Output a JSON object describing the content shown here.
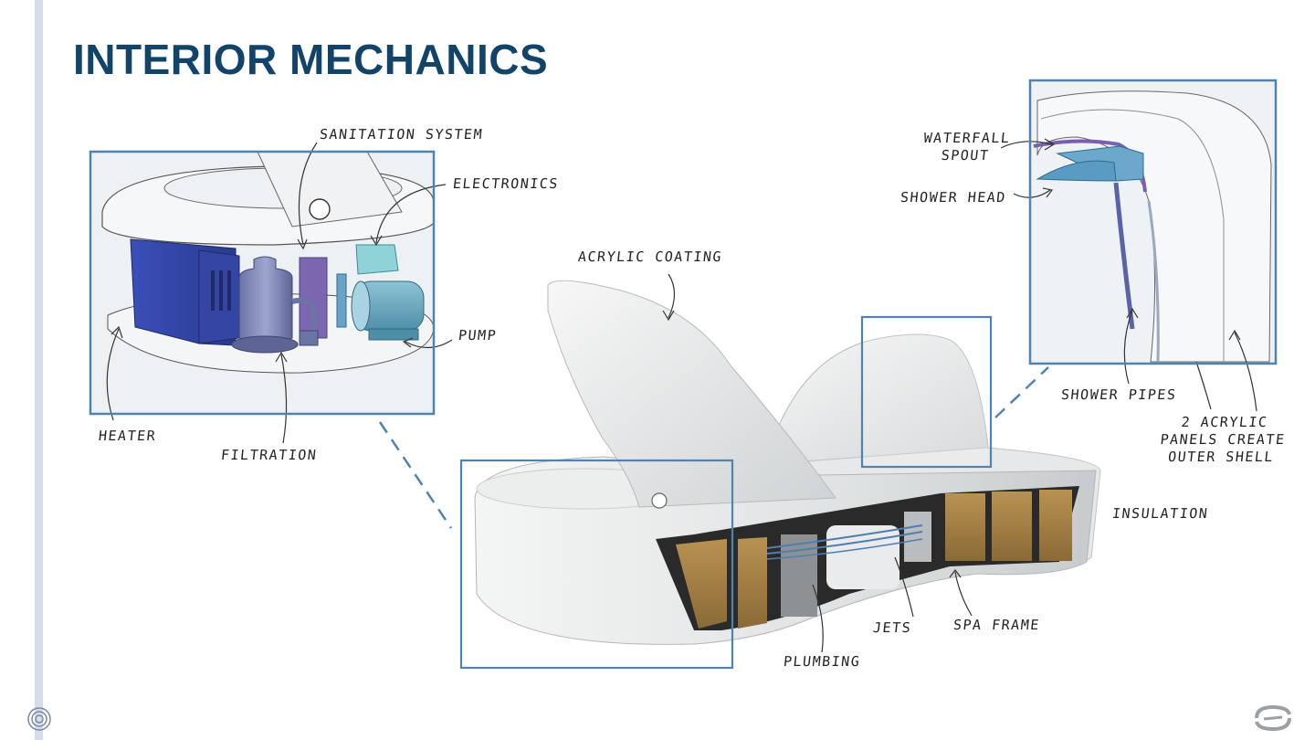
{
  "slide": {
    "title": "INTERIOR MECHANICS",
    "accent_color": "#12446a",
    "sidebar_color": "#d6dcea",
    "frame_color": "#4f84b0"
  },
  "left_inset_labels": {
    "sanitation_system": "SANITATION SYSTEM",
    "electronics": "ELECTRONICS",
    "pump": "PUMP",
    "heater": "HEATER",
    "filtration": "FILTRATION"
  },
  "main_labels": {
    "acrylic_coating": "ACRYLIC COATING",
    "insulation": "INSULATION",
    "jets": "JETS",
    "spa_frame": "SPA FRAME",
    "plumbing": "PLUMBING"
  },
  "right_inset_labels": {
    "waterfall_spout_line1": "WATERFALL",
    "waterfall_spout_line2": "SPOUT",
    "shower_head": "SHOWER HEAD",
    "shower_pipes": "SHOWER PIPES",
    "acrylic_panels_line1": "2 ACRYLIC",
    "acrylic_panels_line2": "PANELS CREATE",
    "acrylic_panels_line3": "OUTER SHELL"
  },
  "icons": {
    "corner_left": "spiral-logo-icon",
    "corner_right": "brand-logo-icon"
  }
}
